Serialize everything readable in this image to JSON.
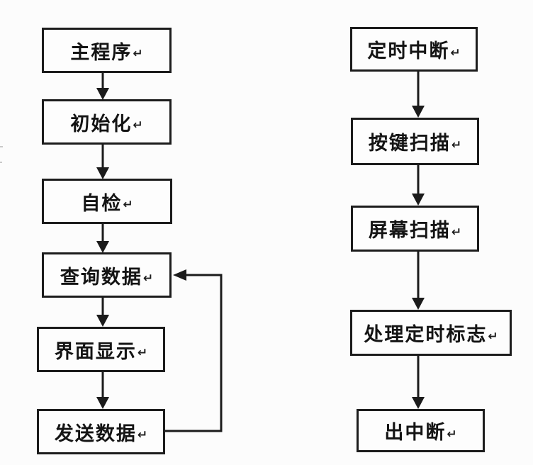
{
  "page": {
    "background": "#fcfcfc"
  },
  "diagram": {
    "return_mark": "↵",
    "colors": {
      "line": "#1b1b1b",
      "box_border": "#1c1c1c",
      "box_fill": "#fdfdfd",
      "text": "#141414"
    },
    "left_flow": {
      "nodes": [
        {
          "label": "主程序"
        },
        {
          "label": "初始化"
        },
        {
          "label": "自检"
        },
        {
          "label": "查询数据"
        },
        {
          "label": "界面显示"
        },
        {
          "label": "发送数据"
        }
      ],
      "edges": [
        {
          "from": "主程序",
          "to": "初始化",
          "type": "arrow-down"
        },
        {
          "from": "初始化",
          "to": "自检",
          "type": "arrow-down"
        },
        {
          "from": "自检",
          "to": "查询数据",
          "type": "arrow-down"
        },
        {
          "from": "查询数据",
          "to": "界面显示",
          "type": "arrow-down"
        },
        {
          "from": "界面显示",
          "to": "发送数据",
          "type": "arrow-down"
        },
        {
          "from": "发送数据",
          "to": "查询数据",
          "type": "loop-back-right"
        }
      ]
    },
    "right_flow": {
      "nodes": [
        {
          "label": "定时中断"
        },
        {
          "label": "按键扫描"
        },
        {
          "label": "屏幕扫描"
        },
        {
          "label": "处理定时标志"
        },
        {
          "label": "出中断"
        }
      ],
      "edges": [
        {
          "from": "定时中断",
          "to": "按键扫描",
          "type": "arrow-down"
        },
        {
          "from": "按键扫描",
          "to": "屏幕扫描",
          "type": "arrow-down"
        },
        {
          "from": "屏幕扫描",
          "to": "处理定时标志",
          "type": "arrow-down"
        },
        {
          "from": "处理定时标志",
          "to": "出中断",
          "type": "arrow-down"
        }
      ]
    }
  }
}
